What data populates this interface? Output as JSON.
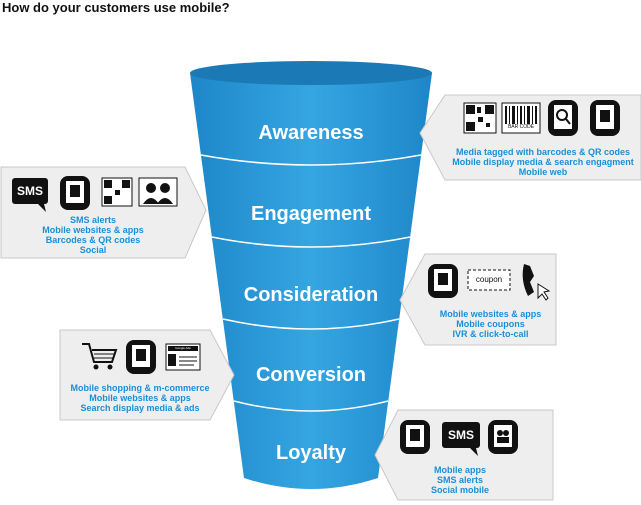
{
  "title": "How do your customers  use mobile?",
  "stages": [
    "Awareness",
    "Engagement",
    "Consideration",
    "Conversion",
    "Loyalty"
  ],
  "panels": {
    "awareness": {
      "lines": [
        "Media tagged with barcodes & QR codes",
        "Mobile display media & search engagment",
        "Mobile web"
      ]
    },
    "engagement": {
      "lines": [
        "SMS alerts",
        "Mobile websites & apps",
        "Barcodes & QR codes",
        "Social"
      ]
    },
    "consideration": {
      "lines": [
        "Mobile websites & apps",
        "Mobile coupons",
        "IVR & click-to-call"
      ]
    },
    "conversion": {
      "lines": [
        "Mobile shopping & m-commerce",
        "Mobile websites & apps",
        "Search display media & ads"
      ]
    },
    "loyalty": {
      "lines": [
        "Mobile apps",
        "SMS alerts",
        "Social mobile"
      ]
    }
  },
  "icons": {
    "sms_label": "SMS",
    "barcode_label": "BAR CODE",
    "coupon_label": "coupon",
    "ad_label": "Google Ads"
  },
  "colors": {
    "funnel": "#2b9ad8",
    "funnel_dark": "#1d7fbd",
    "panel_bg": "#eeeeee",
    "panel_border": "#c8c8c8",
    "panel_text": "#1b8fd6",
    "icon": "#111111"
  }
}
